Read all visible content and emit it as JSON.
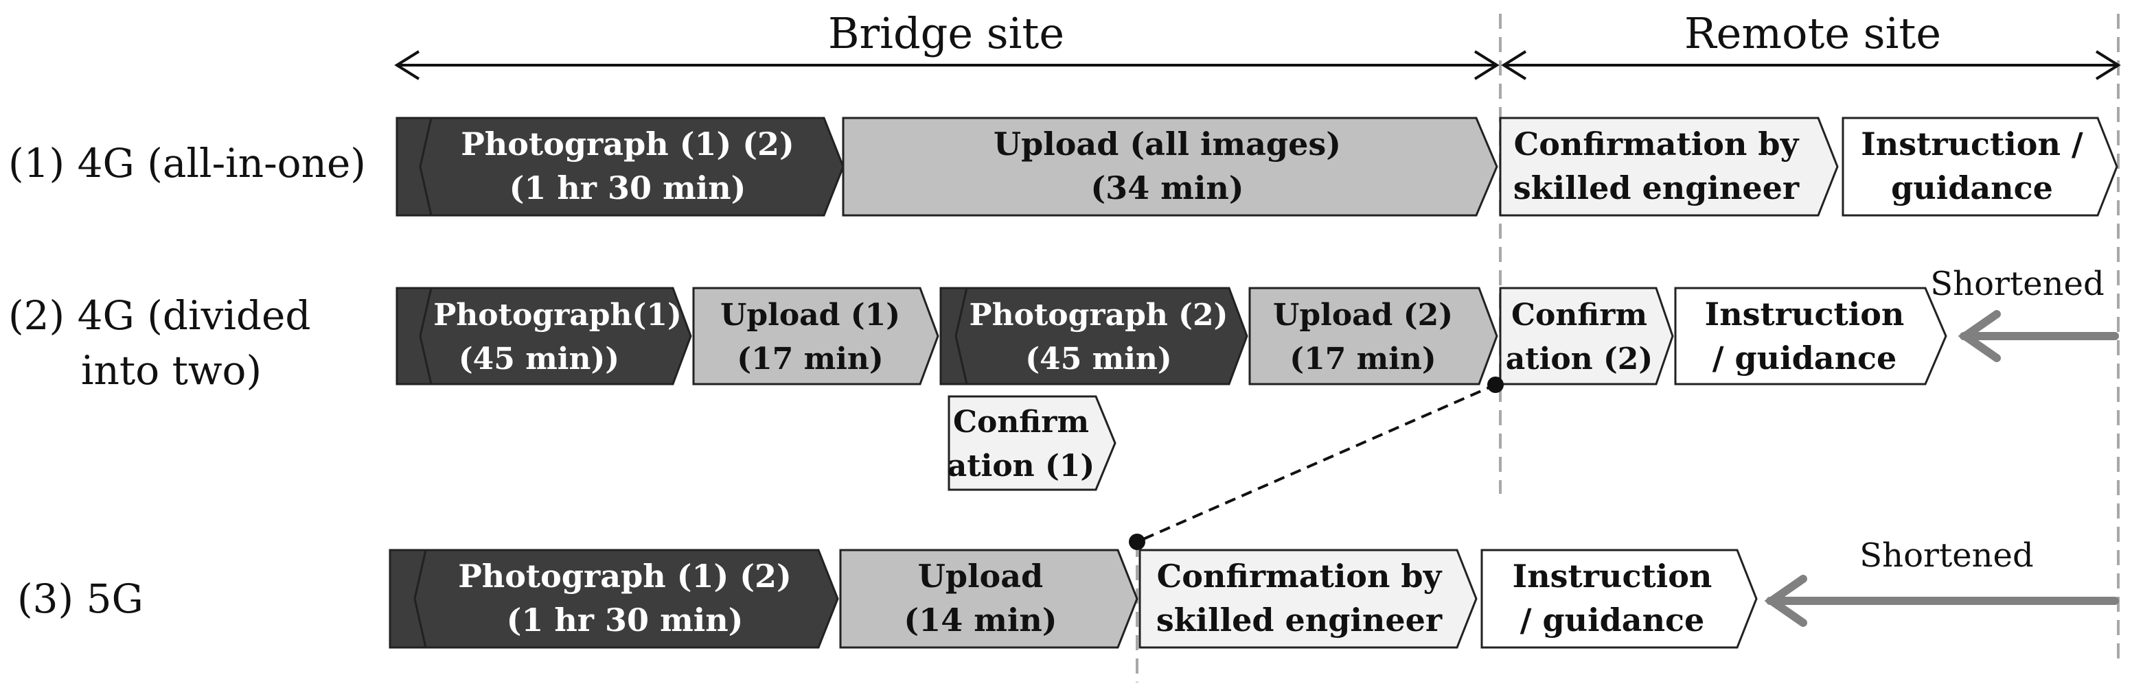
{
  "header": {
    "bridge_site": "Bridge site",
    "remote_site": "Remote site"
  },
  "rows": [
    {
      "label_lines": [
        "(1) 4G (all-in-one)"
      ],
      "steps": [
        {
          "lines": [
            "Photograph (1) (2)",
            "(1 hr 30 min)"
          ],
          "style": "dark"
        },
        {
          "lines": [
            "Upload (all images)",
            "(34 min)"
          ],
          "style": "mid"
        },
        {
          "lines": [
            "Confirmation by",
            "skilled engineer"
          ],
          "style": "light"
        },
        {
          "lines": [
            "Instruction /",
            "guidance"
          ],
          "style": "white"
        }
      ]
    },
    {
      "label_lines": [
        "(2) 4G (divided",
        "into two)"
      ],
      "steps": [
        {
          "lines": [
            "Photograph(1)",
            "(45 min))"
          ],
          "style": "dark"
        },
        {
          "lines": [
            "Upload (1)",
            "(17 min)"
          ],
          "style": "mid"
        },
        {
          "lines": [
            "Photograph (2)",
            "(45 min)"
          ],
          "style": "dark"
        },
        {
          "lines": [
            "Upload (2)",
            "(17 min)"
          ],
          "style": "mid"
        },
        {
          "lines": [
            "Confirm",
            "ation (2)"
          ],
          "style": "light"
        },
        {
          "lines": [
            "Instruction",
            "/ guidance"
          ],
          "style": "white"
        },
        {
          "lines": [
            "Confirm",
            "ation (1)"
          ],
          "style": "light"
        }
      ],
      "annotation": "Shortened"
    },
    {
      "label_lines": [
        "(3) 5G"
      ],
      "steps": [
        {
          "lines": [
            "Photograph (1) (2)",
            "(1 hr 30 min)"
          ],
          "style": "dark"
        },
        {
          "lines": [
            "Upload",
            "(14 min)"
          ],
          "style": "mid"
        },
        {
          "lines": [
            "Confirmation by",
            "skilled engineer"
          ],
          "style": "light"
        },
        {
          "lines": [
            "Instruction",
            "/ guidance"
          ],
          "style": "white"
        }
      ],
      "annotation": "Shortened"
    }
  ],
  "colors": {
    "dark": "#3d3d3d",
    "mid": "#c0c0c0",
    "light": "#f2f2f2",
    "white": "#ffffff",
    "stroke": "#222222",
    "arrow_gray": "#808080",
    "divider": "#a8a8a8"
  }
}
